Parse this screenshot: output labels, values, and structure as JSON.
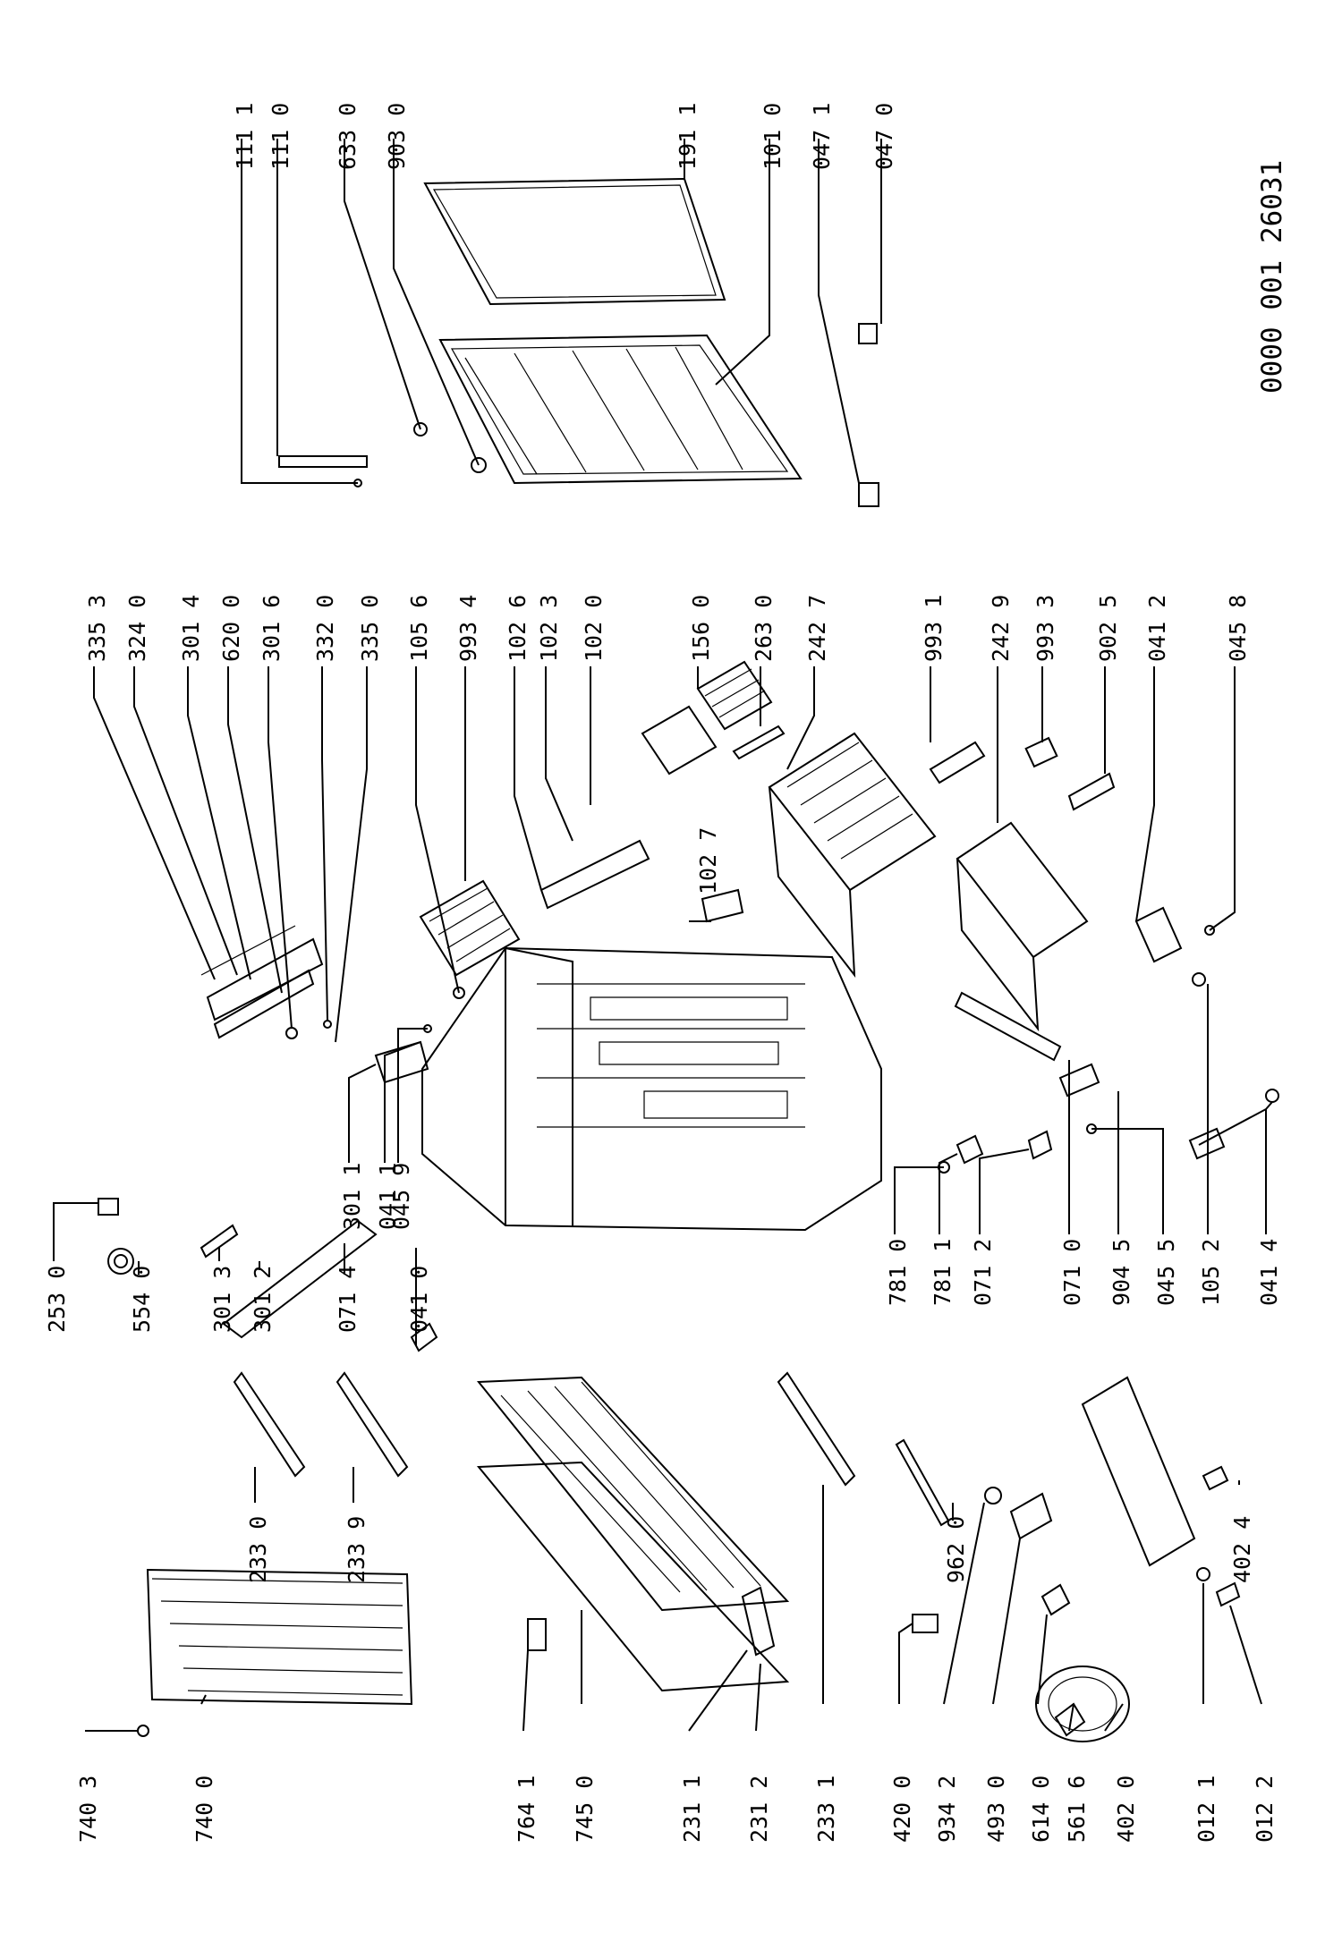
{
  "document_number": "0000 001 26031",
  "labels": [
    "111 1",
    "111 0",
    "633 0",
    "903 0",
    "191 1",
    "101 0",
    "047 1",
    "047 0",
    "335 3",
    "324 0",
    "301 4",
    "620 0",
    "301 6",
    "332 0",
    "335 0",
    "105 6",
    "993 4",
    "102 6",
    "102 3",
    "102 0",
    "156 0",
    "263 0",
    "242 7",
    "993 1",
    "242 9",
    "993 3",
    "902 5",
    "041 2",
    "045 8",
    "253 0",
    "554 0",
    "301 3",
    "301 2",
    "071 4",
    "041 0",
    "301 1",
    "041 1",
    "045 9",
    "102 7",
    "781 0",
    "781 1",
    "071 2",
    "071 0",
    "904 5",
    "045 5",
    "105 2",
    "041 4",
    "233 0",
    "233 9",
    "962 0",
    "402 4",
    "740 3",
    "740 0",
    "764 1",
    "745 0",
    "231 1",
    "231 2",
    "233 1",
    "420 0",
    "934 2",
    "493 0",
    "614 0",
    "561 6",
    "402 0",
    "012 1",
    "012 2"
  ]
}
